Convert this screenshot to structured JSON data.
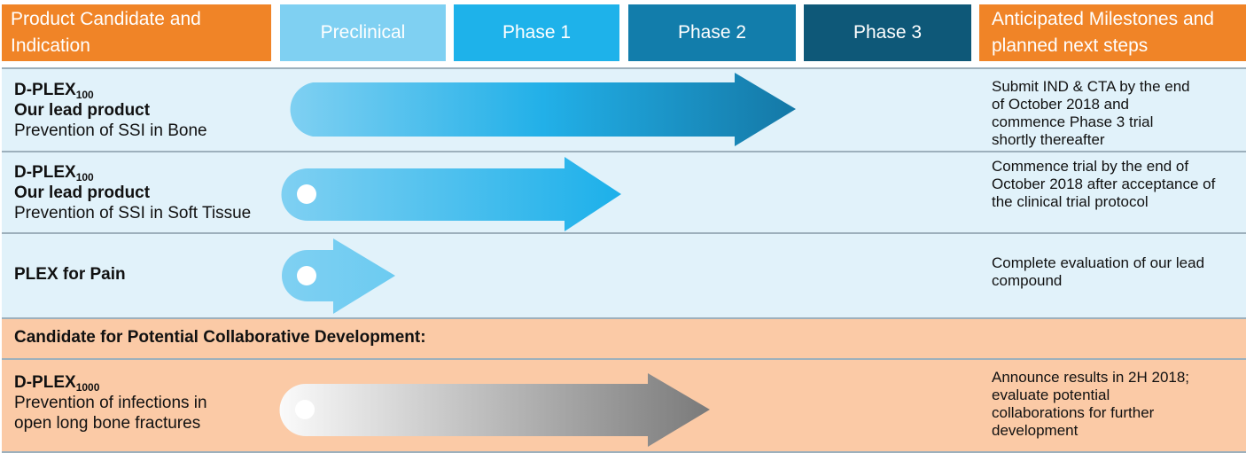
{
  "header": {
    "product_candidate": "Product Candidate and Indication",
    "preclinical": "Preclinical",
    "phase1": "Phase 1",
    "phase2": "Phase 2",
    "phase3": "Phase 3",
    "milestones": "Anticipated Milestones and planned next steps"
  },
  "colors": {
    "header_orange": "#f08427",
    "preclinical": "#7fd0f2",
    "phase1": "#1eb2ea",
    "phase2": "#127dab",
    "phase3": "#0e5878",
    "row_blue": "#e1f2fa",
    "row_peach": "#fbcaa6"
  },
  "rows": [
    {
      "name": "D-PLEX",
      "subscript": "100",
      "tagline": "Our lead product",
      "indication": "Prevention of SSI in Bone",
      "stage_reached": "Phase 2",
      "milestone": "Submit IND & CTA by the end of October 2018 and commence Phase 3 trial shortly thereafter"
    },
    {
      "name": "D-PLEX",
      "subscript": "100",
      "tagline": "Our lead product",
      "indication": "Prevention of SSI in Soft Tissue",
      "stage_reached": "Phase 1",
      "milestone": "Commence trial by the end of October 2018 after acceptance of the clinical trial protocol"
    },
    {
      "name": "PLEX for Pain",
      "stage_reached": "Preclinical",
      "milestone": "Complete evaluation of our lead compound"
    }
  ],
  "collab_section": {
    "title": "Candidate for Potential Collaborative Development:",
    "row": {
      "name": "D-PLEX",
      "subscript": "1000",
      "indication": "Prevention of infections in open long bone fractures",
      "stage_reached": "Phase 2",
      "milestone": "Announce results in 2H 2018; evaluate potential collaborations for further development"
    }
  }
}
